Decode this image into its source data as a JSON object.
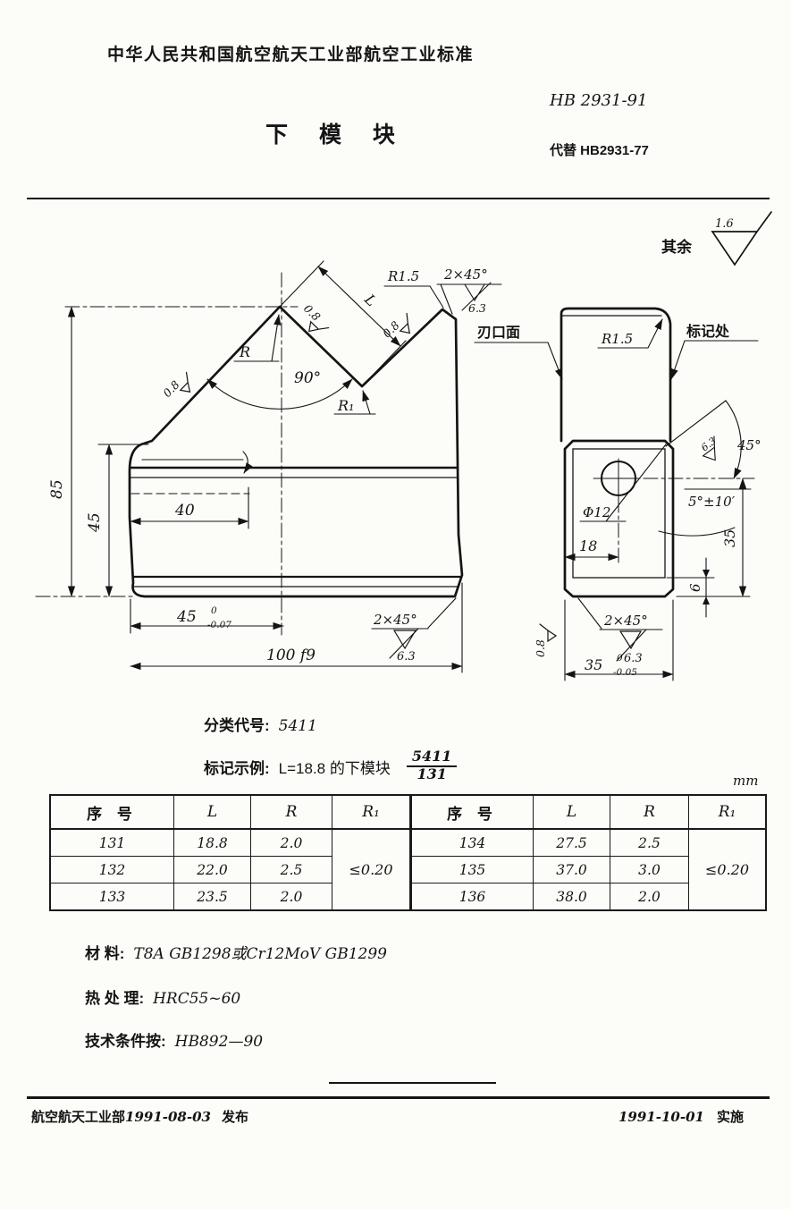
{
  "header": {
    "org_line": "中华人民共和国航空航天工业部航空工业标准",
    "title": "下 模 块",
    "code": "HB 2931-91",
    "replaces": "代替 HB2931-77"
  },
  "surface_note": {
    "label": "其余",
    "value": "1.6"
  },
  "front_view": {
    "dim_height": "85",
    "dim_base_height": "45",
    "dim_40": "40",
    "dim_45_main": "45",
    "dim_45_sup": "0",
    "dim_45_sub": "-0.07",
    "dim_width": "100 f9",
    "radius_top": "R1.5",
    "chamfer_top": "2×45°",
    "chamfer_top_finish": "6.3",
    "chamfer_bottom": "2×45°",
    "chamfer_bottom_finish": "6.3",
    "r_label": "R",
    "r1_label": "R₁",
    "angle_90": "90°",
    "groove_length": "L",
    "finish_slope": "0.8",
    "finish_groove_left": "0.8",
    "finish_groove_right": "0.8"
  },
  "side_view": {
    "edge_face": "刃口面",
    "mark_place": "标记处",
    "radius_top": "R1.5",
    "hole_dia": "Φ12",
    "dim_18": "18",
    "angle_45": "45°",
    "angle_45_finish": "6.3",
    "draft_angle": "5°±10′",
    "dim_35": "35",
    "dim_6": "6",
    "chamfer_bottom": "2×45°",
    "chamfer_bottom_finish": "6.3",
    "finish_left": "0.8",
    "width_main": "35",
    "width_sup": "0",
    "width_sub": "-0.05"
  },
  "classification": {
    "label": "分类代号:",
    "value": "5411"
  },
  "marking": {
    "label": "标记示例:",
    "text": "L=18.8 的下模块",
    "fraction_top": "5411",
    "fraction_bottom": "131"
  },
  "table": {
    "unit": "mm",
    "headers": {
      "seq": "序  号",
      "L": "L",
      "R": "R",
      "R1": "R₁"
    },
    "left": {
      "rows": [
        {
          "seq": "131",
          "L": "18.8",
          "R": "2.0"
        },
        {
          "seq": "132",
          "L": "22.0",
          "R": "2.5"
        },
        {
          "seq": "133",
          "L": "23.5",
          "R": "2.0"
        }
      ],
      "R1": "≤0.20"
    },
    "right": {
      "rows": [
        {
          "seq": "134",
          "L": "27.5",
          "R": "2.5"
        },
        {
          "seq": "135",
          "L": "37.0",
          "R": "3.0"
        },
        {
          "seq": "136",
          "L": "38.0",
          "R": "2.0"
        }
      ],
      "R1": "≤0.20"
    }
  },
  "notes": {
    "material_label": "材    料:",
    "material_value": "T8A   GB1298或Cr12MoV   GB1299",
    "heat_label": "热 处 理:",
    "heat_value": "HRC55~60",
    "tech_label": "技术条件按:",
    "tech_value": "HB892—90"
  },
  "footer": {
    "issuer": "航空航天工业部",
    "issue_date": "1991-08-03",
    "issue_verb": "发布",
    "impl_date": "1991-10-01",
    "impl_verb": "实施"
  }
}
